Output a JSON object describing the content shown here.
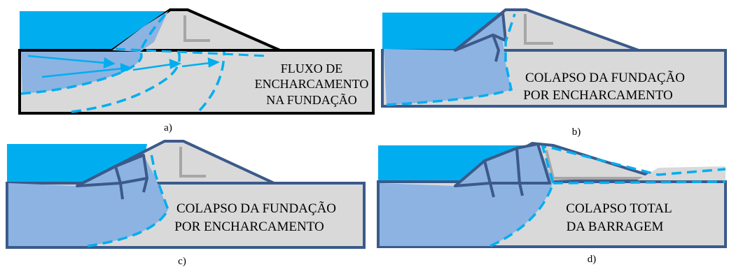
{
  "panels": [
    {
      "caption": "a)",
      "text": [
        "FLUXO DE",
        "ENCHARCAMENTO",
        "NA FUNDAÇÃO"
      ]
    },
    {
      "caption": "b)",
      "text": [
        "COLAPSO DA FUNDAÇÃO",
        "POR ENCHARCAMENTO"
      ]
    },
    {
      "caption": "c)",
      "text": [
        "COLAPSO DA FUNDAÇÃO",
        "POR ENCHARCAMENTO"
      ]
    },
    {
      "caption": "d)",
      "text": [
        "COLAPSO TOTAL",
        "DA BARRAGEM"
      ]
    }
  ],
  "colors": {
    "water": "#00aeef",
    "saturated": "#8db3e2",
    "dam": "#d9d9d9",
    "outline": "#3b5a8a",
    "dash": "#00aeef",
    "core": "#a6a6a6"
  }
}
